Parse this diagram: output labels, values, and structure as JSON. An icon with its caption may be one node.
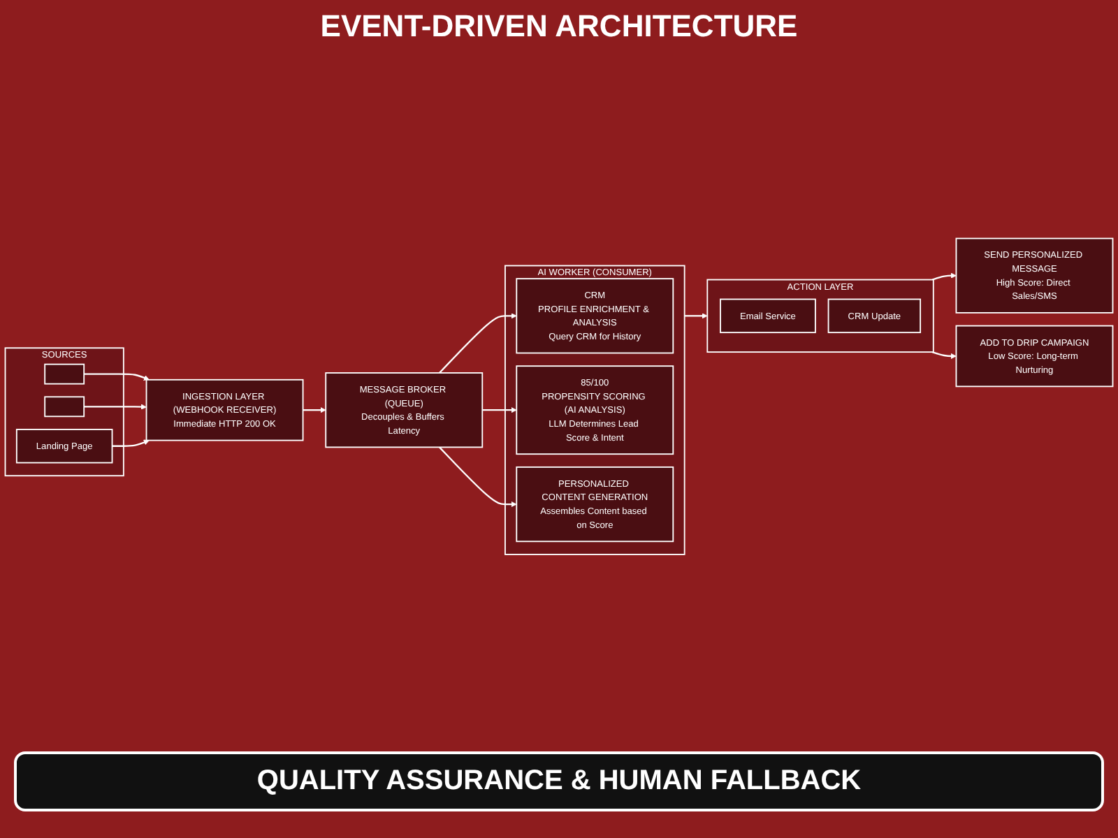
{
  "diagram": {
    "title": "EVENT-DRIVEN ARCHITECTURE",
    "nodes": [
      {
        "text": [
          "SOURCES"
        ]
      },
      {
        "text": [],
        "shape": "box",
        "in": 0
      },
      {
        "text": [],
        "shape": "box",
        "in": 0
      },
      {
        "text": [
          "Landing Page"
        ],
        "in": 0
      },
      {
        "text": [
          "INGESTION LAYER (WEBHOOK RECEIVER)",
          "Immediate HTTP 200 OK"
        ]
      },
      {
        "text": [
          "MESSAGE BROKER (QUEUE)",
          "Decouples & Buffers Latency"
        ]
      },
      {
        "text": [
          "AI WORKER (CONSUMER)"
        ]
      },
      {
        "text": [
          "CRM",
          "PROFILE ENRICHMENT & ANALYSIS",
          "Query CRM for History"
        ],
        "in": 6
      },
      {
        "text": [
          "85/100",
          "PROPENSITY SCORING (AI ANALYSIS)",
          "LLM Determines Lead Score & Intent"
        ],
        "in": 6
      },
      {
        "text": [
          "PERSONALIZED CONTENT GENERATION",
          "Assembles Content based on Score"
        ],
        "in": 6
      },
      {
        "text": [
          "ACTION LAYER"
        ]
      },
      {
        "text": [
          "Email Service"
        ],
        "in": 10
      },
      {
        "text": [
          "CRM Update"
        ],
        "in": 10
      },
      {
        "text": [
          "SEND PERSONALIZED MESSAGE",
          "High Score: Direct Sales/SMS"
        ]
      },
      {
        "text": [
          "ADD TO DRIP CAMPAIGN",
          "Low Score: Long-term Nurturing"
        ]
      }
    ],
    "edges": [
      {
        "from": 1,
        "to": 4,
        "arrow": "to"
      },
      {
        "from": 2,
        "to": 4,
        "arrow": "to"
      },
      {
        "from": 3,
        "to": 4,
        "arrow": "to"
      },
      {
        "from": 4,
        "to": 5,
        "arrow": "to"
      },
      {
        "from": 5,
        "to": 7,
        "arrow": "to"
      },
      {
        "from": 5,
        "to": 8,
        "arrow": "to"
      },
      {
        "from": 5,
        "to": 9,
        "arrow": "to"
      },
      {
        "from": 6,
        "to": 10,
        "arrow": "to"
      },
      {
        "from": 10,
        "to": 13,
        "arrow": "to"
      },
      {
        "from": 10,
        "to": 14,
        "arrow": "to"
      }
    ],
    "labels": [
      "QUALITY ASSURANCE & HUMAN FALLBACK"
    ]
  }
}
